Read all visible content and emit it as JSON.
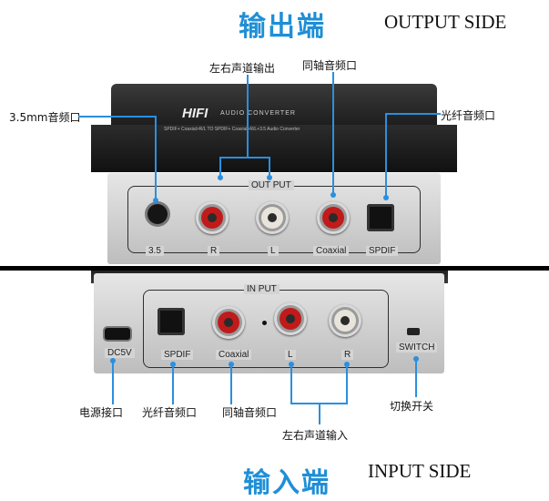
{
  "top": {
    "title_cn": "输出端",
    "title_en": "OUTPUT SIDE",
    "callouts": {
      "lr_out": "左右声道输出",
      "coax_out": "同轴音频口",
      "jack35": "3.5mm音频口",
      "optical_out": "光纤音频口"
    }
  },
  "device_top": {
    "brand": "HIFI",
    "brand_sub": "AUDIO CONVERTER",
    "tagline": "SPDIF+ Coaxial>R/L  TO  SPDIF+ Coaxial+R/L+3.5 Audio Converter",
    "panel_title": "OUT PUT",
    "labels": {
      "j35": "3.5",
      "r": "R",
      "l": "L",
      "coax": "Coaxial",
      "spdif": "SPDIF"
    }
  },
  "device_bottom": {
    "panel_title": "IN PUT",
    "labels": {
      "dc": "DC5V",
      "spdif": "SPDIF",
      "coax": "Coaxial",
      "l": "L",
      "r": "R",
      "switch": "SWITCH"
    }
  },
  "bottom": {
    "callouts": {
      "power": "电源接口",
      "optical_in": "光纤音频口",
      "coax_in": "同轴音频口",
      "switch": "切换开关",
      "lr_in": "左右声道输入"
    },
    "title_cn": "输入端",
    "title_en": "INPUT SIDE"
  },
  "colors": {
    "accent": "#1f8fd6",
    "rca_red": "#c11a1a",
    "rca_white": "#e8e4dc",
    "divider": "#000000"
  }
}
